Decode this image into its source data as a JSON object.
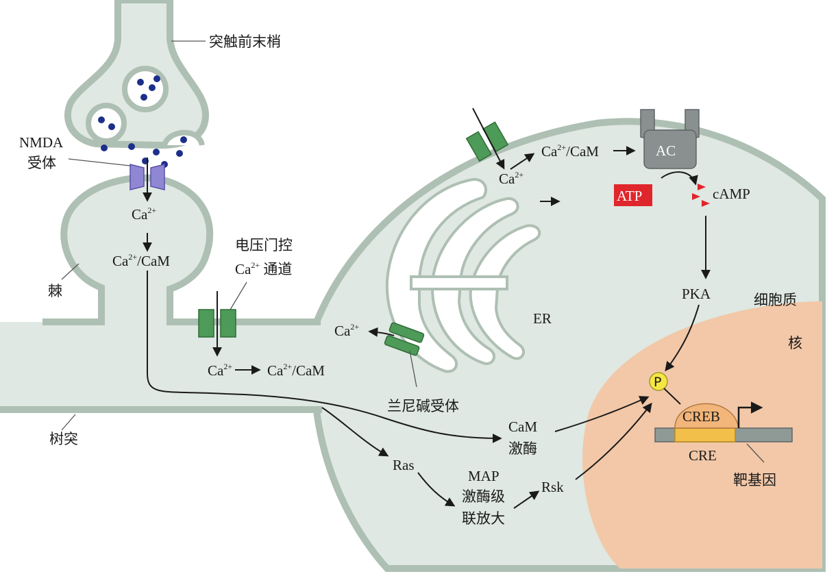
{
  "colors": {
    "cytoplasm": "#dfe8e2",
    "membrane": "#aebfb3",
    "nucleus": "#f2c8a8",
    "channel": "#4e9a58",
    "nmda_receptor": "#8f87d4",
    "vesicle_dot": "#1c2f8a",
    "adenylyl_cyclase": "#8a8f90",
    "atp_box": "#e0262d",
    "camp_marker": "#e0262d",
    "phosphate": "#f5e642",
    "creb": "#f2b57a",
    "dna": "#8f9a96",
    "cre": "#f2c04a"
  },
  "labels": {
    "presynaptic_terminal": "突触前末梢",
    "nmda_receptor_line1": "NMDA",
    "nmda_receptor_line2": "受体",
    "spine": "棘",
    "dendrite": "树突",
    "vgcc_line1": "电压门控",
    "vgcc_line2_ion": "Ca",
    "vgcc_line2_sup": "2+",
    "vgcc_line2_rest": " 通道",
    "ryanodine_receptor": "兰尼碱受体",
    "er": "ER",
    "cytoplasm": "细胞质",
    "nucleus": "核",
    "target_gene": "靶基因"
  },
  "molecules": {
    "ca": "Ca",
    "ca_sup": "2+",
    "ca_cam_suffix": "/CaM",
    "ac": "AC",
    "atp": "ATP",
    "camp": "cAMP",
    "pka": "PKA",
    "p": "P",
    "creb": "CREB",
    "cre": "CRE",
    "cam_kinase_line1": "CaM",
    "cam_kinase_line2": "激酶",
    "ras": "Ras",
    "map_line1": "MAP",
    "map_line2": "激酶级",
    "map_line3": "联放大",
    "rsk": "Rsk"
  }
}
